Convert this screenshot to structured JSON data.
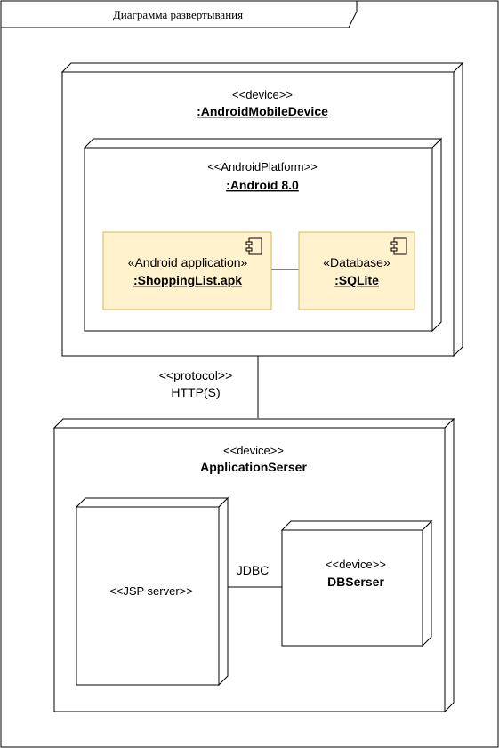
{
  "frame": {
    "title": "Диаграмма развертывания"
  },
  "android_device": {
    "stereotype": "<<device>>",
    "name": ":AndroidMobileDevice"
  },
  "android_platform": {
    "stereotype": "<<AndroidPlatform>>",
    "name": ":Android 8.0"
  },
  "shopping_component": {
    "stereotype": "«Android application»",
    "name": ":ShoppingList.apk",
    "icon": "component-icon"
  },
  "sqlite_component": {
    "stereotype": "«Database»",
    "name": ":SQLite",
    "icon": "component-icon"
  },
  "protocol_link": {
    "stereotype": "<<protocol>>",
    "label": "HTTP(S)"
  },
  "app_server": {
    "stereotype": "<<device>>",
    "name": "ApplicationSerser"
  },
  "jsp_server": {
    "label": "<<JSP server>>"
  },
  "jdbc_link": {
    "label": "JDBC"
  },
  "db_server": {
    "stereotype": "<<device>>",
    "name": "DBSerser"
  },
  "colors": {
    "line": "#000000",
    "component_fill": "#fff2cc",
    "component_stroke": "#d6b656"
  }
}
